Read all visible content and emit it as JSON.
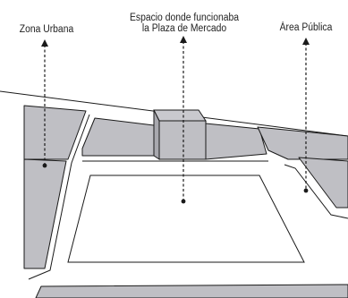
{
  "labels": {
    "urban_zone": "Zona Urbana",
    "plaza_line1": "Espacio donde funcionaba",
    "plaza_line2": "la Plaza de Mercado",
    "public_area": "Área Pública"
  },
  "colors": {
    "block_fill": "#bfbfc4",
    "line": "#1a1a1a",
    "background": "#ffffff"
  }
}
